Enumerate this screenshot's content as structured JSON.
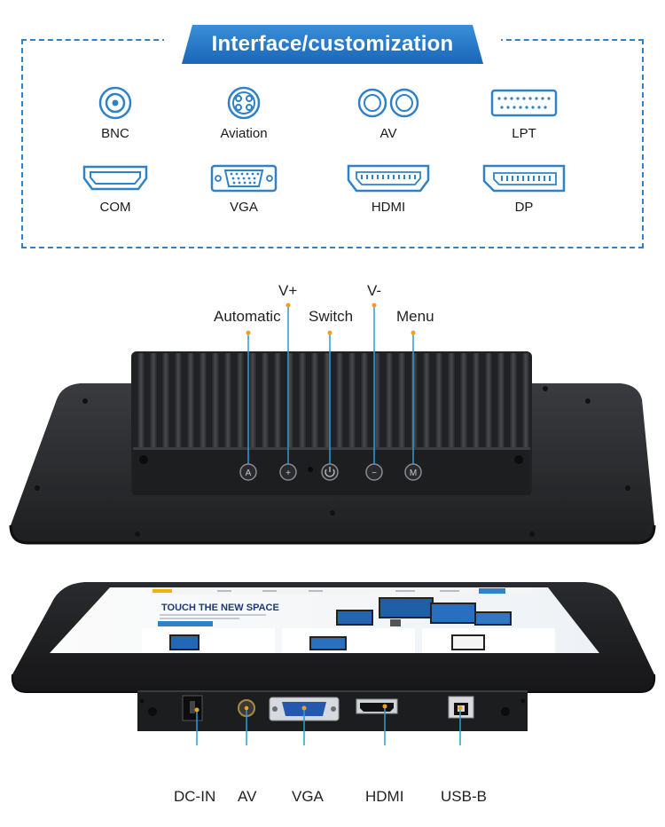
{
  "interface_section": {
    "title": "Interface/customization",
    "items": [
      {
        "label": "BNC",
        "icon": "bnc-connector-icon"
      },
      {
        "label": "Aviation",
        "icon": "aviation-connector-icon"
      },
      {
        "label": "AV",
        "icon": "av-connector-icon"
      },
      {
        "label": "LPT",
        "icon": "lpt-connector-icon"
      },
      {
        "label": "COM",
        "icon": "com-connector-icon"
      },
      {
        "label": "VGA",
        "icon": "vga-connector-icon"
      },
      {
        "label": "HDMI",
        "icon": "hdmi-connector-icon"
      },
      {
        "label": "DP",
        "icon": "displayport-connector-icon"
      }
    ],
    "accent_color": "#2f82c7"
  },
  "back_view": {
    "buttons": {
      "automatic": "Automatic",
      "v_plus": "V+",
      "switch": "Switch",
      "v_minus": "V-",
      "menu": "Menu"
    },
    "button_glyphs": {
      "automatic": "A",
      "v_plus": "+",
      "v_minus": "−",
      "menu": "M"
    }
  },
  "front_view": {
    "screen_headline": "TOUCH THE NEW SPACE",
    "ports": {
      "dc_in": "DC-IN",
      "av": "AV",
      "vga": "VGA",
      "hdmi": "HDMI",
      "usb_b": "USB-B"
    }
  }
}
